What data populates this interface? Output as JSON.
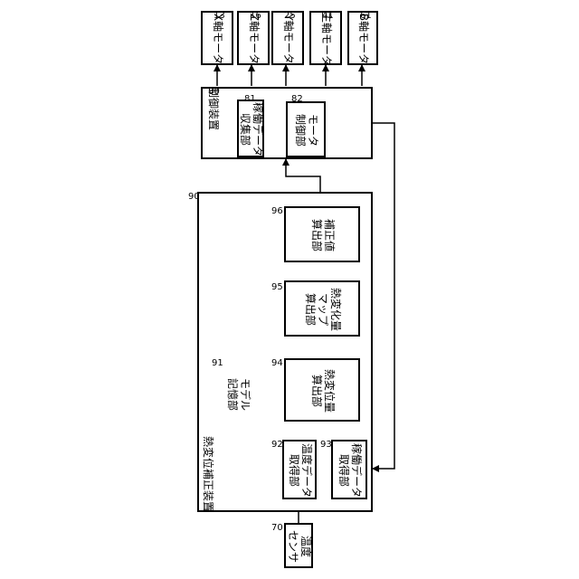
{
  "blocks": {
    "x_motor": {
      "label": "X軸モータ",
      "ref": "13"
    },
    "z_motor": {
      "label": "Z軸モータ",
      "ref": "16"
    },
    "y_motor": {
      "label": "Y軸モータ",
      "ref": "25"
    },
    "spindle_motor": {
      "label": "主軸モータ",
      "ref": "41"
    },
    "b_motor": {
      "label": "B軸モータ",
      "ref": "61"
    },
    "controller": {
      "label": "制御装置",
      "ref": "80"
    },
    "operation_data_collector": {
      "label": "稼働データ\n収集部",
      "ref": "81"
    },
    "motor_controller": {
      "label": "モータ\n制御部",
      "ref": "82"
    },
    "thermal_corrector": {
      "label": "熱変位補正装置",
      "ref": "90"
    },
    "model_storage": {
      "label": "モデル\n記憶部",
      "ref": "91"
    },
    "temperature_data_acquirer": {
      "label": "温度データ\n取得部",
      "ref": "92"
    },
    "operation_data_acquirer": {
      "label": "稼働データ\n取得部",
      "ref": "93"
    },
    "displacement_calculator": {
      "label": "熱変位量\n算出部",
      "ref": "94"
    },
    "displacement_map_calculator": {
      "label": "熱変化量\nマップ\n算出部",
      "ref": "95"
    },
    "correction_calculator": {
      "label": "補正値\n算出部",
      "ref": "96"
    },
    "temperature_sensor": {
      "label": "温度\nセンサ",
      "ref": "70"
    }
  }
}
